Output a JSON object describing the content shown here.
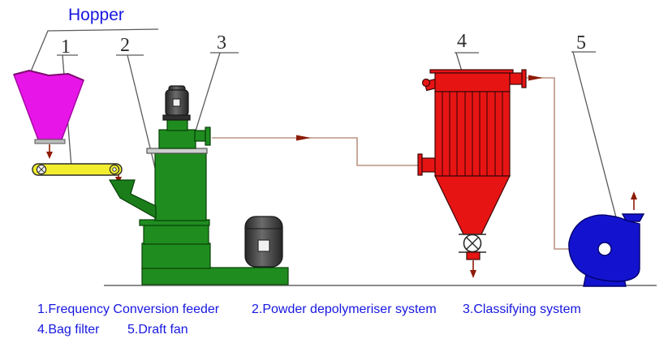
{
  "labels": {
    "hopper": "Hopper"
  },
  "callouts": [
    {
      "number": "1",
      "refers_to": "frequency-conversion-feeder"
    },
    {
      "number": "2",
      "refers_to": "powder-depolymeriser-system"
    },
    {
      "number": "3",
      "refers_to": "classifying-system"
    },
    {
      "number": "4",
      "refers_to": "bag-filter"
    },
    {
      "number": "5",
      "refers_to": "draft-fan"
    }
  ],
  "legend": {
    "items": [
      {
        "text": "1.Frequency Conversion feeder"
      },
      {
        "text": "2.Powder depolymeriser system"
      },
      {
        "text": "3.Classifying system"
      },
      {
        "text": "4.Bag filter"
      },
      {
        "text": "5.Draft fan"
      }
    ]
  },
  "colors": {
    "hopper": "#e815e8",
    "belt": "#f2ee2e",
    "machine_green": "#1f8c1f",
    "filter_red": "#e71414",
    "fan_blue": "#1313cf",
    "line_tan": "#bb9384",
    "arrow_red": "#8d1b06",
    "label_blue": "#1717e0",
    "leader_gray": "#5a5a5a",
    "ground_gray": "#8a8a8a"
  }
}
